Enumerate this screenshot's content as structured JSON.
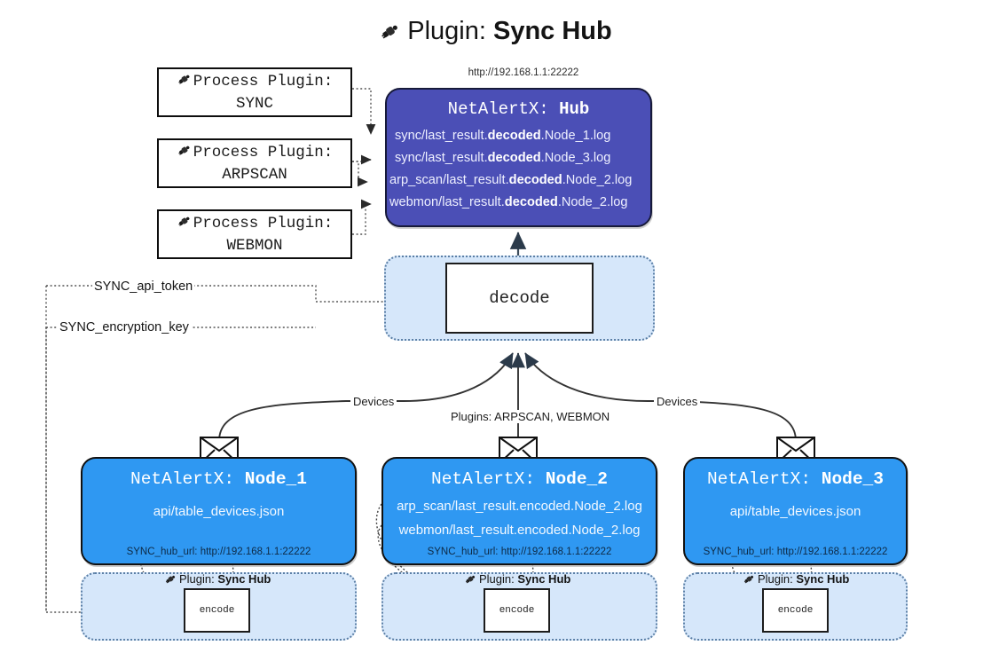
{
  "page": {
    "title_prefix": "Plugin: ",
    "title_strong": "Sync Hub",
    "plug_icon": "plug-icon",
    "hub_url": "http://192.168.1.1:22222"
  },
  "process_plugins": [
    {
      "line1": "Process Plugin:",
      "line2": "SYNC"
    },
    {
      "line1": "Process Plugin:",
      "line2": "ARPSCAN"
    },
    {
      "line1": "Process Plugin:",
      "line2": "WEBMON"
    }
  ],
  "hub": {
    "name_prefix": "NetAlertX: ",
    "name_strong": "Hub",
    "logs": [
      {
        "pre": "sync/last_result.",
        "strong": "decoded",
        "post": ".Node_1.log"
      },
      {
        "pre": "sync/last_result.",
        "strong": "decoded",
        "post": ".Node_3.log"
      },
      {
        "pre": "arp_scan/last_result.",
        "strong": "decoded",
        "post": ".Node_2.log"
      },
      {
        "pre": "webmon/last_result.",
        "strong": "decoded",
        "post": ".Node_2.log"
      }
    ]
  },
  "decode": {
    "label": "decode"
  },
  "settings": {
    "api_token": "SYNC_api_token",
    "encryption_key": "SYNC_encryption_key"
  },
  "edge_labels": {
    "devices_left": "Devices",
    "devices_right": "Devices",
    "plugins_center": "Plugins: ARPSCAN, WEBMON"
  },
  "nodes": [
    {
      "name_prefix": "NetAlertX: ",
      "name_strong": "Node_1",
      "lines": [
        "api/table_devices.json"
      ],
      "footer": "SYNC_hub_url: http://192.168.1.1:22222",
      "zone_caption_prefix": "Plugin: ",
      "zone_caption_strong": "Sync Hub",
      "encode_label": "encode"
    },
    {
      "name_prefix": "NetAlertX: ",
      "name_strong": "Node_2",
      "lines": [
        "arp_scan/last_result.encoded.Node_2.log",
        "webmon/last_result.encoded.Node_2.log"
      ],
      "footer": "SYNC_hub_url: http://192.168.1.1:22222",
      "zone_caption_prefix": "Plugin: ",
      "zone_caption_strong": "Sync Hub",
      "encode_label": "encode"
    },
    {
      "name_prefix": "NetAlertX: ",
      "name_strong": "Node_3",
      "lines": [
        "api/table_devices.json"
      ],
      "footer": "SYNC_hub_url: http://192.168.1.1:22222",
      "zone_caption_prefix": "Plugin: ",
      "zone_caption_strong": "Sync Hub",
      "encode_label": "encode"
    }
  ],
  "colors": {
    "hub_fill": "#4b4fb6",
    "node_fill": "#2f98f2",
    "zone_fill": "#d6e7fa",
    "zone_border": "#5b7fa6",
    "line": "#333333"
  }
}
